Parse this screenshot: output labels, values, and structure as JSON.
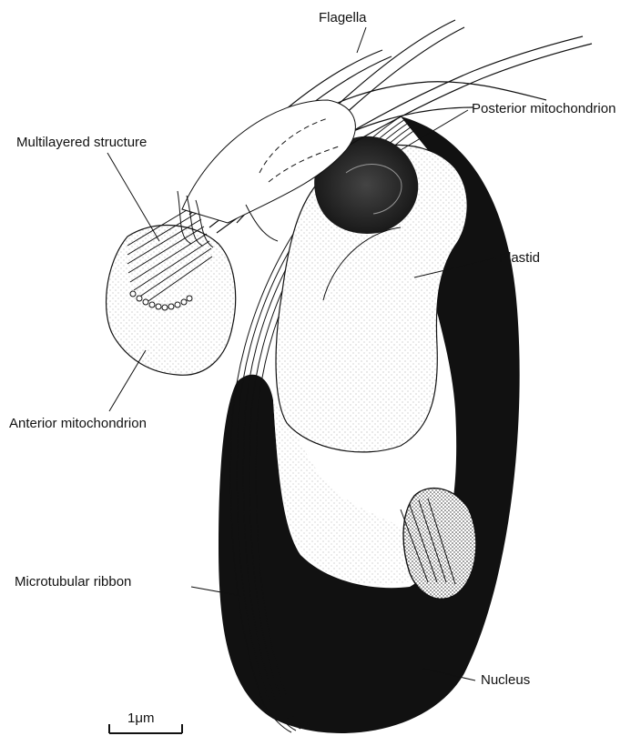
{
  "diagram": {
    "labels": {
      "flagella": "Flagella",
      "posterior_mitochondrion": "Posterior mitochondrion",
      "multilayered_structure": "Multilayered structure",
      "plastid": "Plastid",
      "anterior_mitochondrion": "Anterior mitochondrion",
      "microtubular_ribbon": "Microtubular ribbon",
      "nucleus": "Nucleus"
    },
    "scale_bar": {
      "label": "1μm"
    },
    "colors": {
      "ink": "#111111",
      "paper": "#ffffff",
      "stipple": "#9a9a9a"
    }
  }
}
